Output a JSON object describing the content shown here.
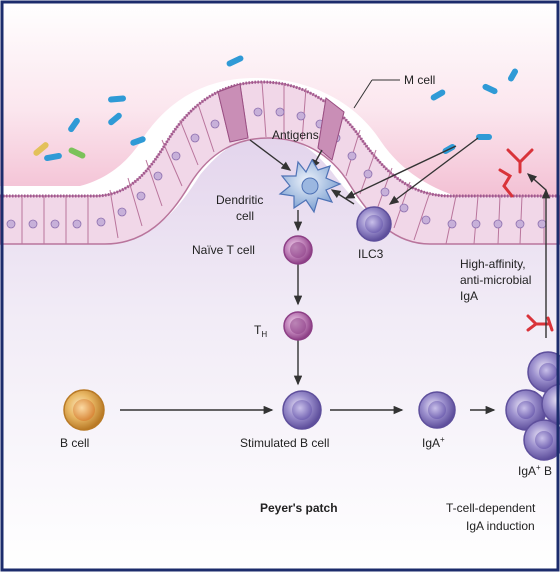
{
  "labels": {
    "m_cell": "M cell",
    "antigens": "Antigens",
    "dendritic_cell": [
      "Dendritic",
      "cell"
    ],
    "ilc3": "ILC3",
    "naive_t_cell": "Naïve T cell",
    "th_main": "T",
    "th_sub": "H",
    "high_affinity": [
      "High-affinity,",
      "anti-microbial",
      "IgA"
    ],
    "b_cell": "B cell",
    "stimulated_b_cell": "Stimulated B cell",
    "iga_plus_main": "IgA",
    "iga_plus_sup": "+",
    "iga_b_main": "IgA",
    "iga_b_sup": "+",
    "iga_b_rest": " B",
    "peyers_patch": "Peyer's patch",
    "t_dependent": [
      "T-cell-dependent",
      "IgA induction"
    ]
  },
  "colors": {
    "frame": "#1c2c6c",
    "lumen_pink": "#f6c8d8",
    "epithelium": "#eed3e6",
    "epithelium_edge": "#b9759c",
    "tissue_lavender": "#e6dcef",
    "cell_purple": "#6e5ea6",
    "t_cell_magenta": "#b067a9",
    "b_cell_gold": "#e3a54c",
    "bacteria_blue": "#2f9ad6",
    "iga_red": "#d9333a"
  }
}
